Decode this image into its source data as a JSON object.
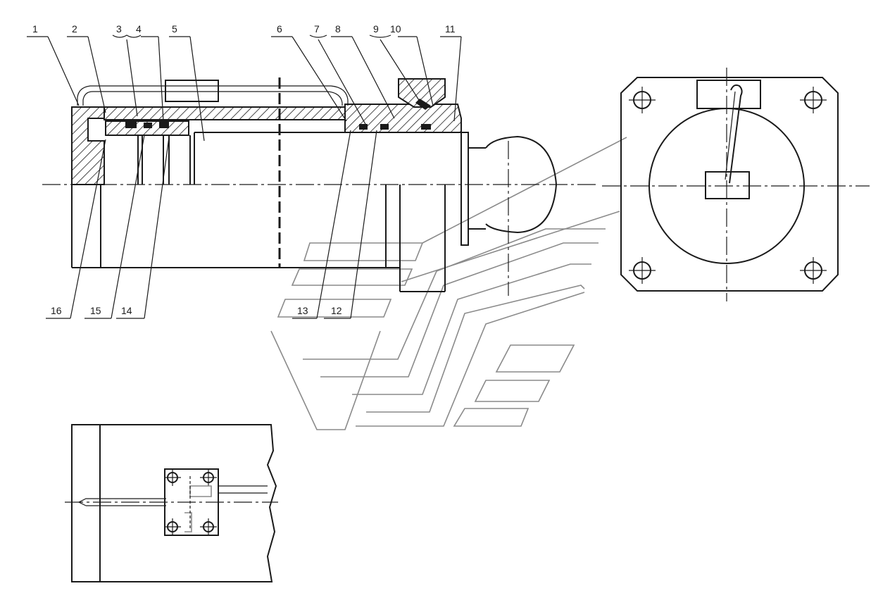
{
  "part_numbers": {
    "p1": "1",
    "p2": "2",
    "p3": "3",
    "p4": "4",
    "p5": "5",
    "p6": "6",
    "p7": "7",
    "p8": "8",
    "p9": "9",
    "p10": "10",
    "p11": "11",
    "p12": "12",
    "p13": "13",
    "p14": "14",
    "p15": "15",
    "p16": "16"
  },
  "colors": {
    "line": "#1a1a1a",
    "watermark": "#8a8a8a",
    "background": "#ffffff"
  }
}
